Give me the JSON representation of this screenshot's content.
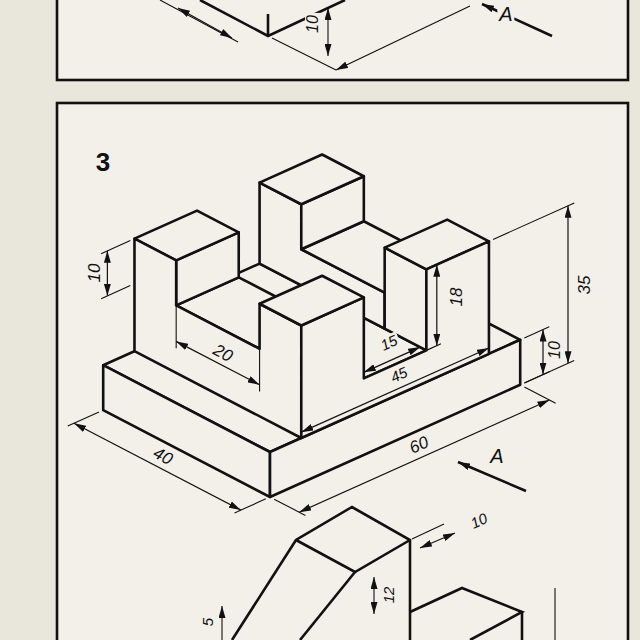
{
  "diagram": {
    "labels": [
      "10",
      "A",
      "3",
      "10",
      "20",
      "15",
      "18",
      "35",
      "10",
      "45",
      "40",
      "60",
      "A",
      "10",
      "12",
      "5"
    ]
  }
}
